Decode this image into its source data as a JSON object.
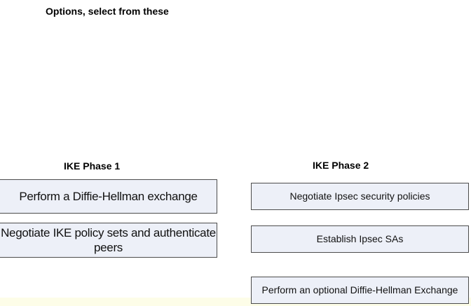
{
  "options_header": "Options, select from these",
  "phase1": {
    "title": "IKE Phase 1",
    "items": [
      "Perform a Diffie-Hellman exchange",
      "Negotiate IKE policy sets and authenticate peers"
    ]
  },
  "phase2": {
    "title": "IKE Phase 2",
    "items": [
      "Negotiate Ipsec security policies",
      "Establish Ipsec SAs",
      "Perform an optional Diffie-Hellman Exchange"
    ]
  }
}
